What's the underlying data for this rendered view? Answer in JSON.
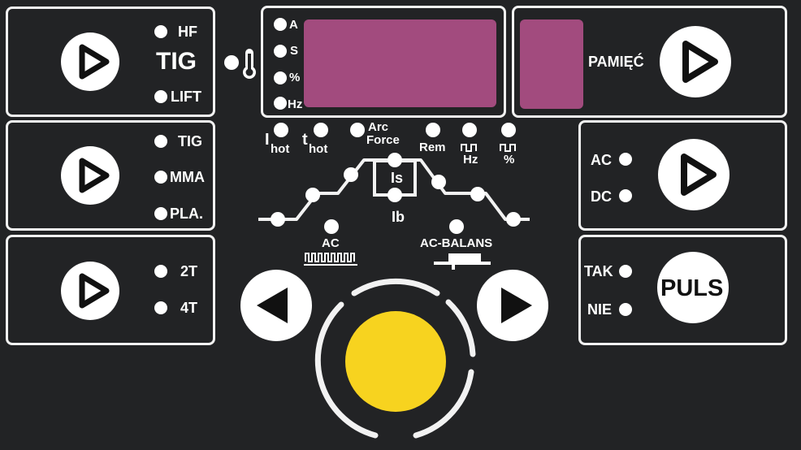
{
  "colors": {
    "background": "#222325",
    "display": "#a24b7e",
    "knob": "#f7d31f",
    "line": "#f2f2f2"
  },
  "mode_panel": {
    "labels": {
      "hf": "HF",
      "tig": "TIG",
      "lift": "LIFT"
    },
    "icon": "thermometer-icon"
  },
  "process_panel": {
    "labels": {
      "tig": "TIG",
      "mma": "MMA",
      "pla": "PLA."
    }
  },
  "trigger_panel": {
    "labels": {
      "t2": "2T",
      "t4": "4T"
    }
  },
  "display_panel": {
    "units": {
      "a": "A",
      "s": "S",
      "pct": "%",
      "hz": "Hz"
    }
  },
  "memory_panel": {
    "label": "PAMIĘĆ"
  },
  "current_panel": {
    "labels": {
      "ac": "AC",
      "dc": "DC"
    }
  },
  "pulse_panel": {
    "labels": {
      "tak": "TAK",
      "nie": "NIE",
      "puls": "PULS"
    }
  },
  "params": {
    "ihot": "I",
    "ihot_sub": "hot",
    "thot": "t",
    "thot_sub": "hot",
    "arc": "Arc",
    "force": "Force",
    "rem": "Rem",
    "hz": "Hz",
    "pct": "%",
    "is": "Is",
    "ib": "Ib",
    "ac": "AC",
    "ac_balans": "AC-BALANS"
  }
}
